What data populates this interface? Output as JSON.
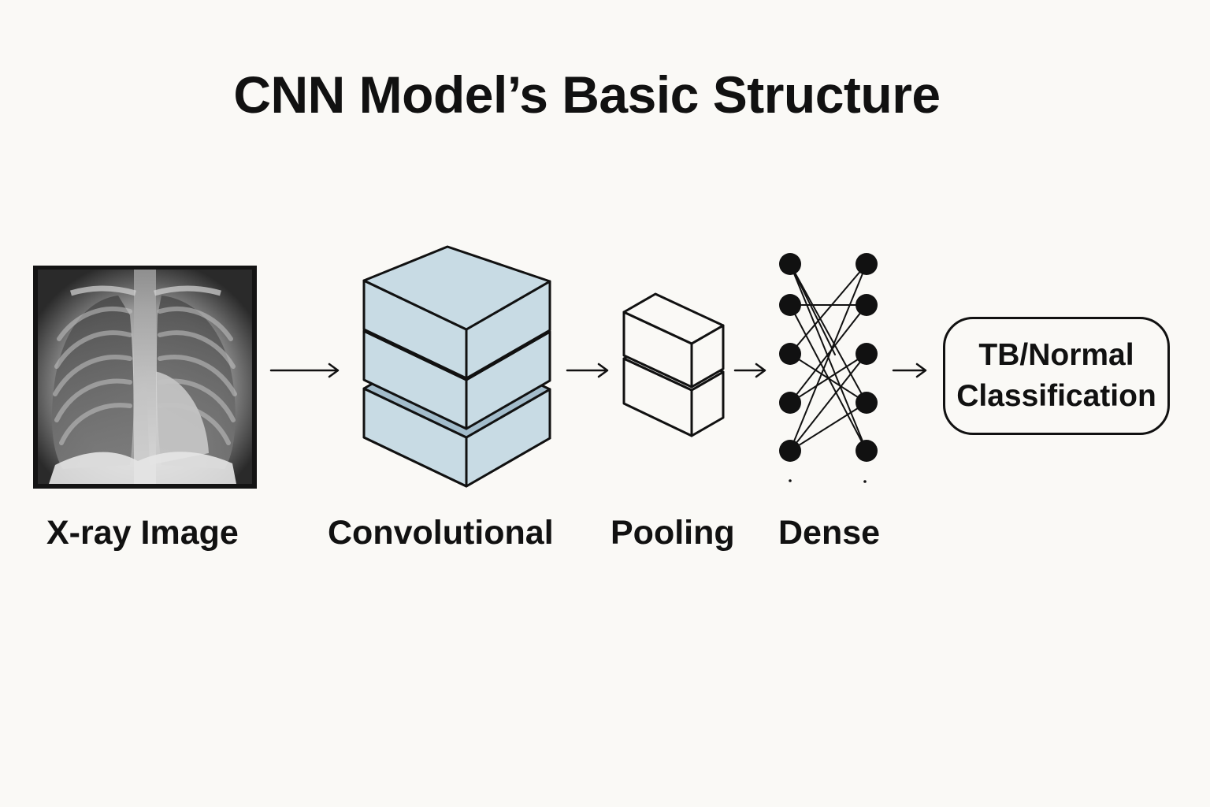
{
  "title": "CNN Model’s Basic Structure",
  "stages": {
    "xray": {
      "label": "X-ray Image"
    },
    "convolutional": {
      "label": "Convolutional"
    },
    "pooling": {
      "label": "Pooling"
    },
    "dense": {
      "label": "Dense"
    }
  },
  "output": {
    "line1": "TB/Normal",
    "line2": "Classification"
  },
  "colors": {
    "background": "#faf9f6",
    "conv_face": "#c8dbe4",
    "conv_gap": "#a3bccb",
    "stroke": "#111111"
  }
}
